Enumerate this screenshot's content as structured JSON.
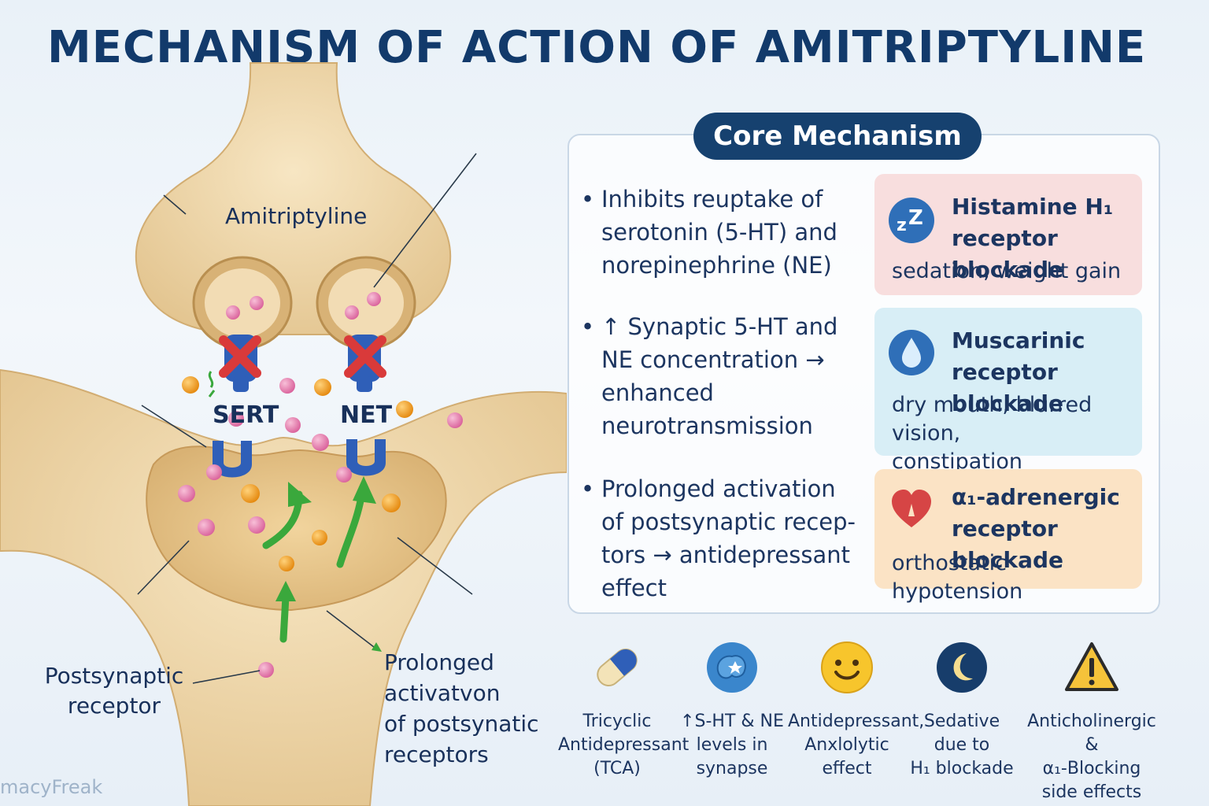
{
  "title": "MECHANISM OF ACTION OF AMITRIPTYLINE",
  "diagram": {
    "drug_label": "Amitriptyline",
    "sert_label": "SERT",
    "net_label": "NET",
    "postsynaptic_label_1": "Postsynaptic",
    "postsynaptic_label_2": "receptor",
    "prolonged_label_1": "Prolonged",
    "prolonged_label_2": "activatvon",
    "prolonged_label_3": "of postsynatic",
    "prolonged_label_4": "receptors",
    "colors": {
      "neuron": "#f0d7a8",
      "serotonin": "#e98ab4",
      "norepinephrine": "#f29a1c",
      "transporter": "#2f5fb8",
      "block": "#d93a3a",
      "arrow": "#3aa83c"
    }
  },
  "core": {
    "title": "Core Mechanism",
    "bullets": [
      {
        "lines": [
          "Inhibits reuptake of",
          "serotonin (5-HT) and",
          "norepinephrine (NE)"
        ]
      },
      {
        "lines": [
          "↑ Synaptic 5-HT and",
          "NE concentration →",
          "enhanced",
          "neurotransmission"
        ]
      },
      {
        "lines": [
          "Prolonged activation",
          "of postsynaptic recep-",
          "tors → antidepressant",
          "effect"
        ]
      }
    ],
    "cards": [
      {
        "icon": "zzz-icon",
        "title_1": "Histamine H₁",
        "title_2": "receptor blockade",
        "effect_1": "sedation, weight gain",
        "effect_2": "",
        "color": "#f8dede"
      },
      {
        "icon": "droplet-icon",
        "title_1": "Muscarinic",
        "title_2": "receptor blockade",
        "effect_1": "dry mouth, blurred vision,",
        "effect_2": "constipation",
        "color": "#d8eef6"
      },
      {
        "icon": "heart-icon",
        "title_1": "α₁-adrenergic",
        "title_2": "receptor blockade",
        "effect_1": "orthostatic hypotension",
        "effect_2": "",
        "color": "#fbe3c5"
      }
    ]
  },
  "summary": [
    {
      "icon": "capsule-icon",
      "lines": [
        "Tricyclic",
        "Antidepressant",
        "(TCA)"
      ]
    },
    {
      "icon": "brain-icon",
      "lines": [
        "↑S-HT & NE",
        "levels in",
        "synapse"
      ]
    },
    {
      "icon": "smile-icon",
      "lines": [
        "Antidepressant,",
        "Anxlolytic",
        "effect"
      ]
    },
    {
      "icon": "moon-icon",
      "lines": [
        "Sedative",
        "due to",
        "H₁ blockade"
      ]
    },
    {
      "icon": "warning-icon",
      "lines": [
        "Anticholinergic &",
        "α₁-Blocking",
        "side effects"
      ]
    }
  ],
  "watermark": "macyFreak"
}
